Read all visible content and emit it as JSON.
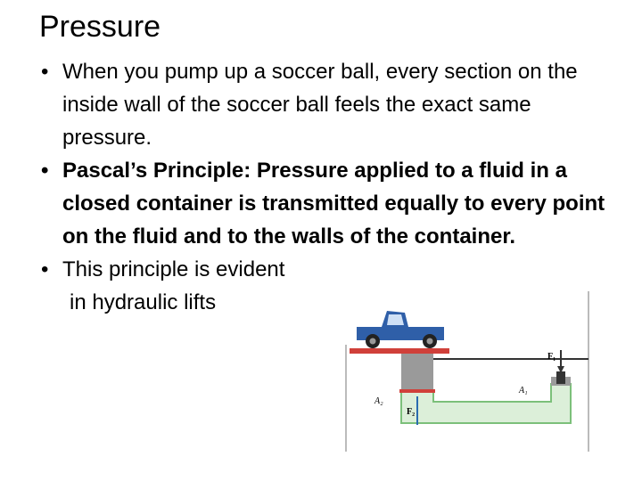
{
  "slide": {
    "title": "Pressure",
    "bullets": [
      {
        "text": "When you pump up a soccer ball, every section on the inside wall of the soccer ball feels the exact same pressure.",
        "bold": false
      },
      {
        "text": "Pascal’s Principle: Pressure applied to a fluid in a closed container is transmitted equally to every point on the fluid and to the walls of the container.",
        "bold": true
      },
      {
        "line1": "This principle is evident",
        "line2": "in hydraulic lifts",
        "bold": false
      }
    ],
    "bullet_char": "•"
  },
  "figure": {
    "labels": {
      "f1": "F₁",
      "a1": "A₁",
      "a2": "A₂",
      "f2": "F₂"
    },
    "colors": {
      "fluid": "#dcefd9",
      "fluid_edge": "#7cc07a",
      "platform": "#d0403a",
      "truck": "#2f5fa8",
      "cylinder": "#9a9a9a"
    }
  }
}
